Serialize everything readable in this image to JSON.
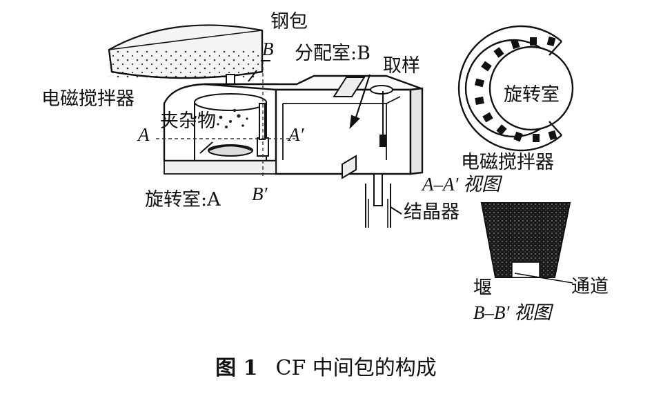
{
  "labels": {
    "ladle": "钢包",
    "section_b_top": "B",
    "distribution_chamber": "分配室:B",
    "sampling": "取样",
    "em_stirrer_left": "电磁搅拌器",
    "inclusions": "夹杂物",
    "section_a_left": "A",
    "section_a_right": "A′",
    "rotating_chamber_a": "旋转室:A",
    "section_b_bottom": "B′",
    "crystallizer": "结晶器",
    "rotating_chamber_view": "旋转室",
    "em_stirrer_right": "电磁搅拌器",
    "view_aa": "A–A′ 视图",
    "weir": "堰",
    "channel": "通道",
    "view_bb": "B–B′ 视图"
  },
  "caption": {
    "figure_no": "图 1",
    "title": "CF 中间包的构成"
  }
}
